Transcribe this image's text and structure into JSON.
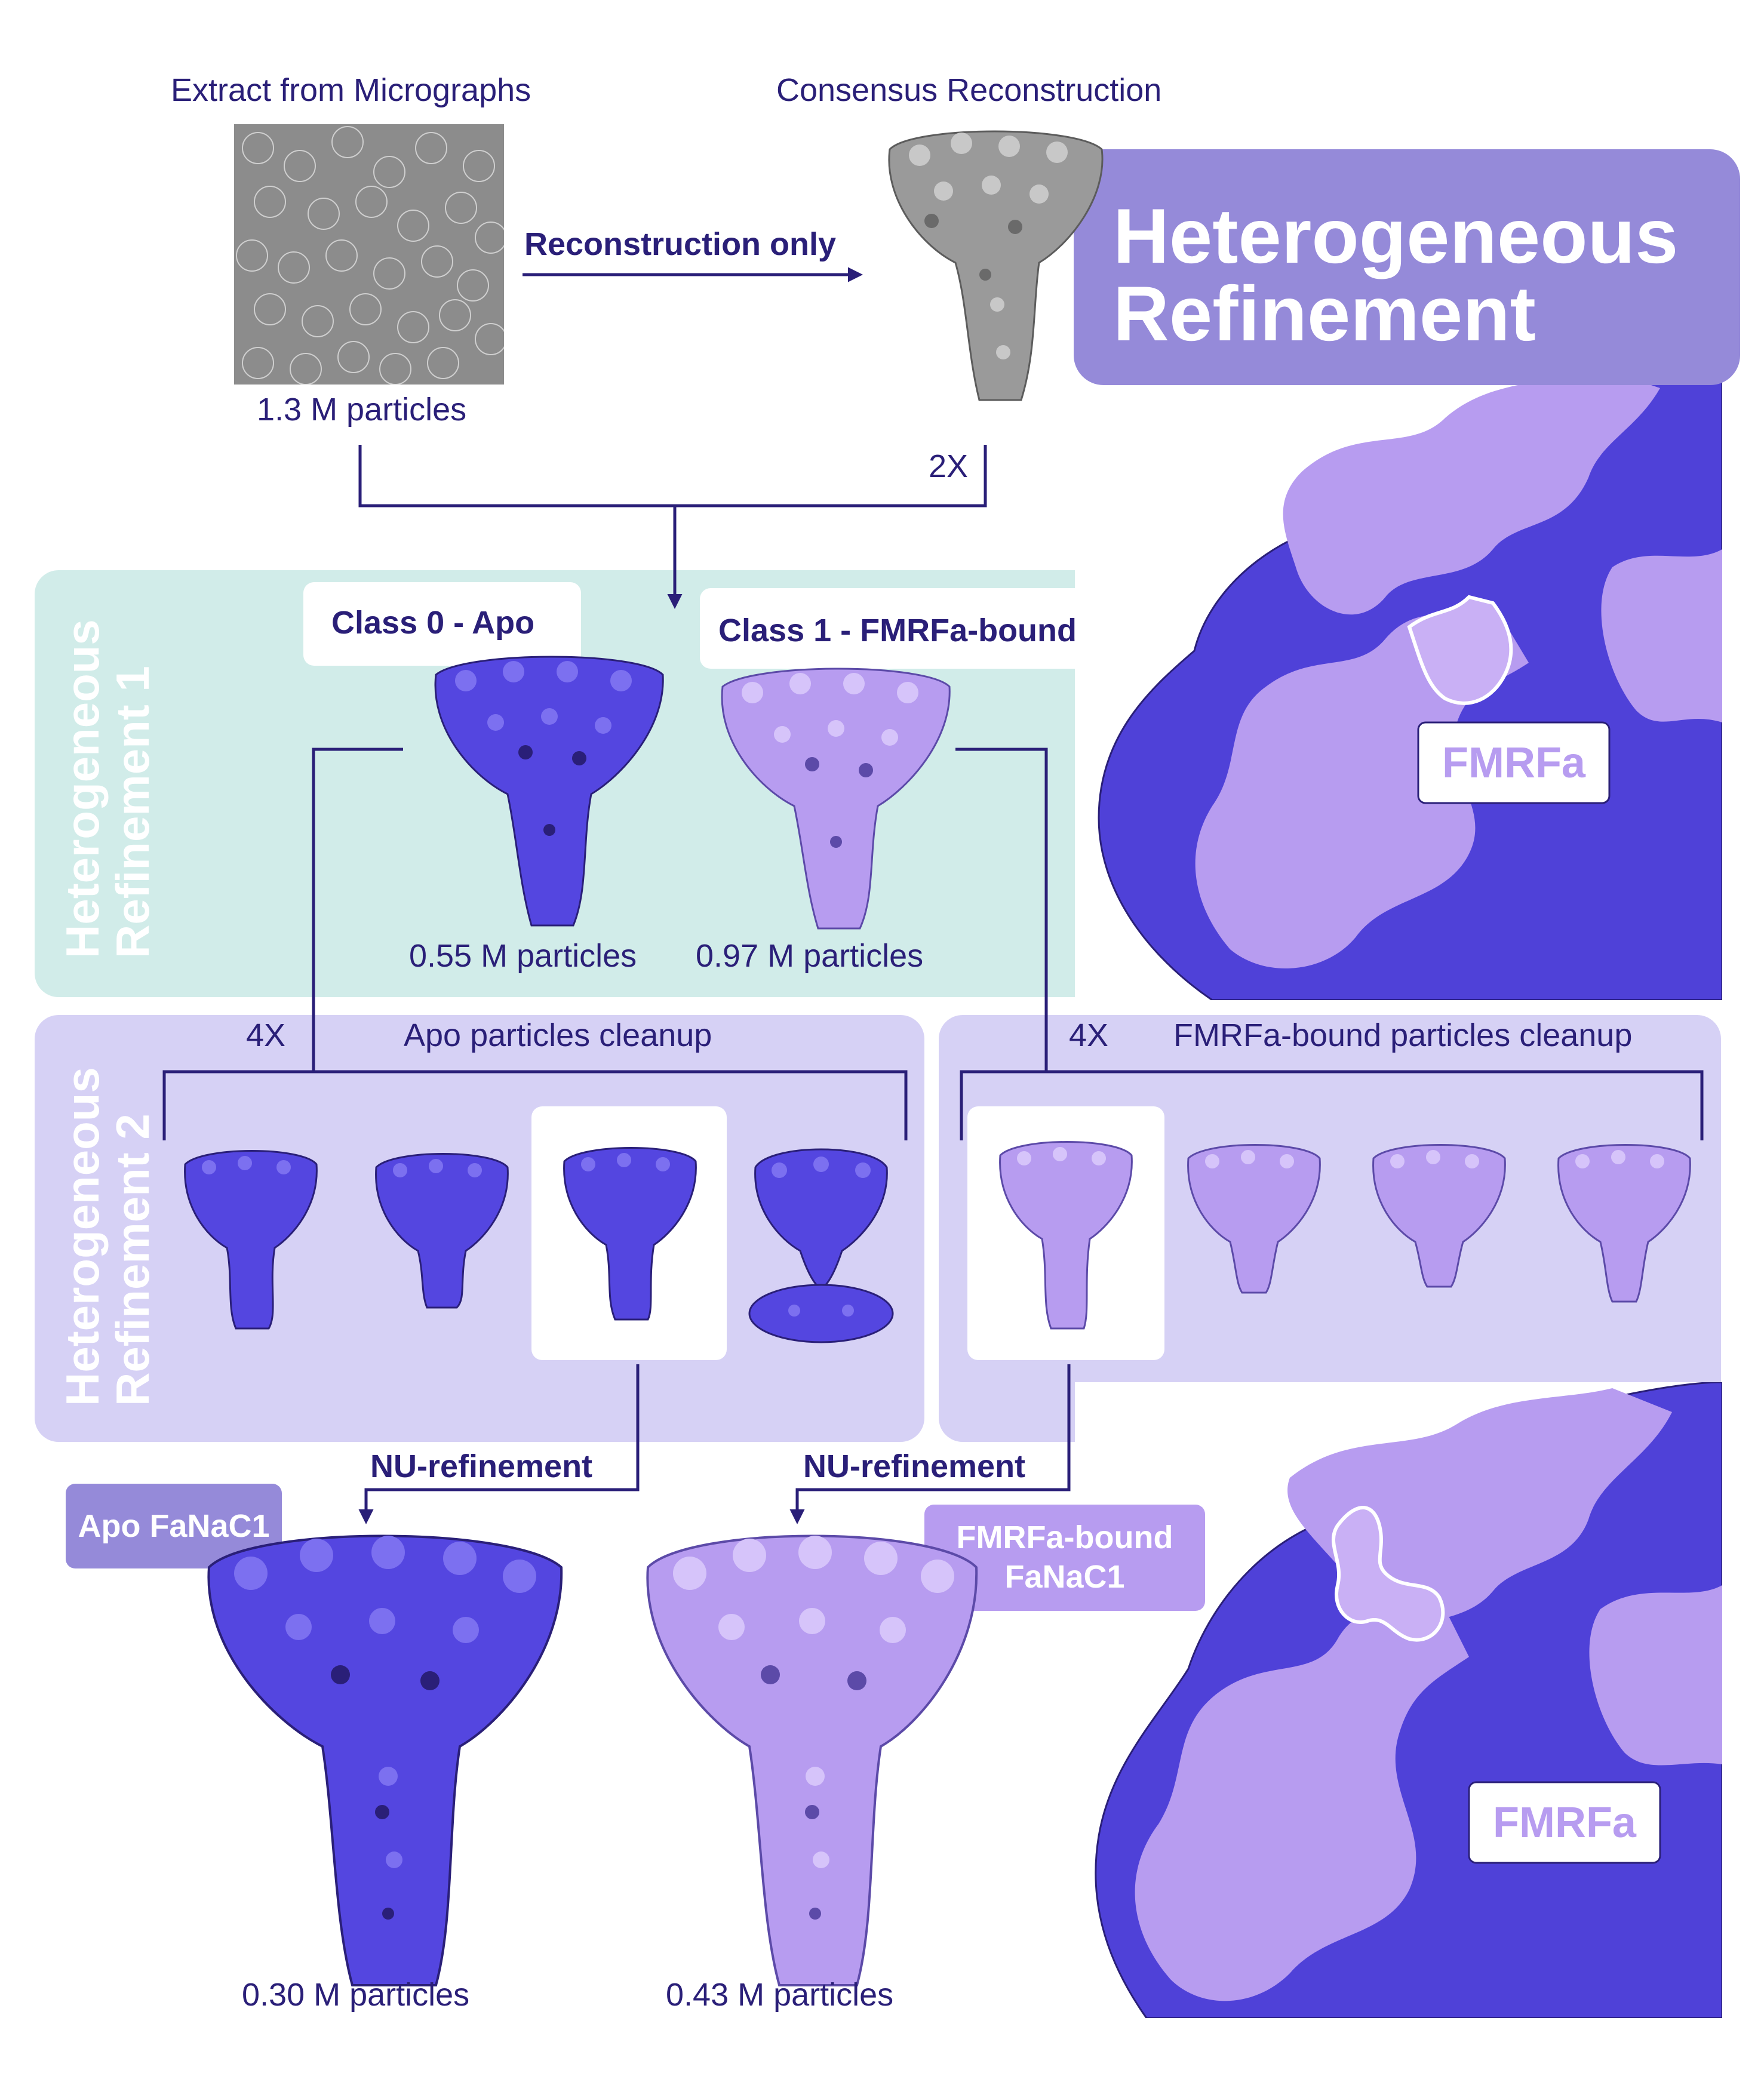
{
  "header_title": {
    "line1": "Heterogeneous",
    "line2": "Refinement"
  },
  "top": {
    "extract_label": "Extract from Micrographs",
    "consensus_label": "Consensus Reconstruction",
    "arrow_label": "Reconstruction only",
    "particles": "1.3 M particles",
    "multiplier": "2X"
  },
  "hr1": {
    "panel_title_line1": "Heterogeneous",
    "panel_title_line2": "Refinement 1",
    "class0_label": "Class 0 - Apo",
    "class1_label": "Class 1 - FMRFa-bound",
    "class0_particles": "0.55 M particles",
    "class1_particles": "0.97 M particles"
  },
  "hr2": {
    "panel_title_line1": "Heterogeneous",
    "panel_title_line2": "Refinement 2",
    "apo_multiplier": "4X",
    "apo_label": "Apo particles cleanup",
    "fmrfa_multiplier": "4X",
    "fmrfa_label": "FMRFa-bound particles cleanup"
  },
  "final": {
    "nu_left": "NU-refinement",
    "nu_right": "NU-refinement",
    "apo_tag": "Apo FaNaC1",
    "fmrfa_tag_line1": "FMRFa-bound",
    "fmrfa_tag_line2": "FaNaC1",
    "apo_particles": "0.30 M particles",
    "fmrfa_particles": "0.43 M particles"
  },
  "zoom": {
    "top_label": "FMRFa",
    "bottom_label": "FMRFa"
  },
  "colors": {
    "apo": "#5446e0",
    "fmrfa": "#b79cf0",
    "consensus": "#9a9a9a",
    "teal_panel": "#d1ece9",
    "lavender_panel": "#d6d1f5",
    "header": "#958ad9",
    "ink": "#2a1f78"
  }
}
